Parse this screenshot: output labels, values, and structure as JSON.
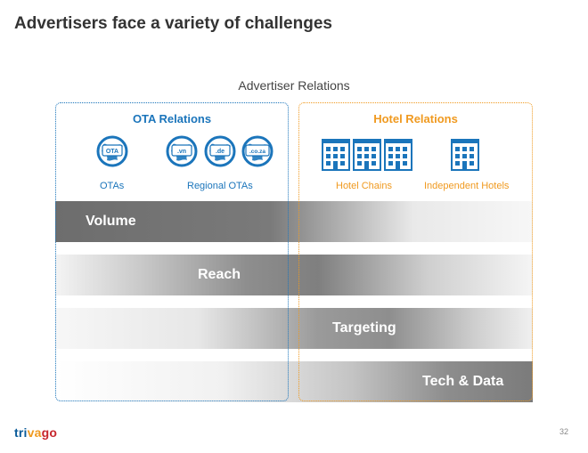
{
  "title": "Advertisers face a variety of challenges",
  "subtitle": "Advertiser Relations",
  "colors": {
    "blue": "#1b75bb",
    "orange": "#f09a20",
    "band": "#7f7f7f"
  },
  "groups": {
    "ota": {
      "heading": "OTA Relations",
      "icons": [
        {
          "icon": "globe-icon",
          "text": "OTA"
        },
        {
          "icon": "globe-icon",
          "text": ".vn"
        },
        {
          "icon": "globe-icon",
          "text": ".de"
        },
        {
          "icon": "globe-icon",
          "text": ".co.za"
        }
      ],
      "labels": [
        "OTAs",
        "Regional OTAs"
      ]
    },
    "hotel": {
      "heading": "Hotel Relations",
      "labels": [
        "Hotel Chains",
        "Independent Hotels"
      ]
    }
  },
  "bands": [
    {
      "label": "Volume"
    },
    {
      "label": "Reach"
    },
    {
      "label": "Targeting"
    },
    {
      "label": "Tech & Data"
    }
  ],
  "footer": {
    "logo_parts": [
      "tri",
      "va",
      "go"
    ],
    "page_number": "32"
  }
}
